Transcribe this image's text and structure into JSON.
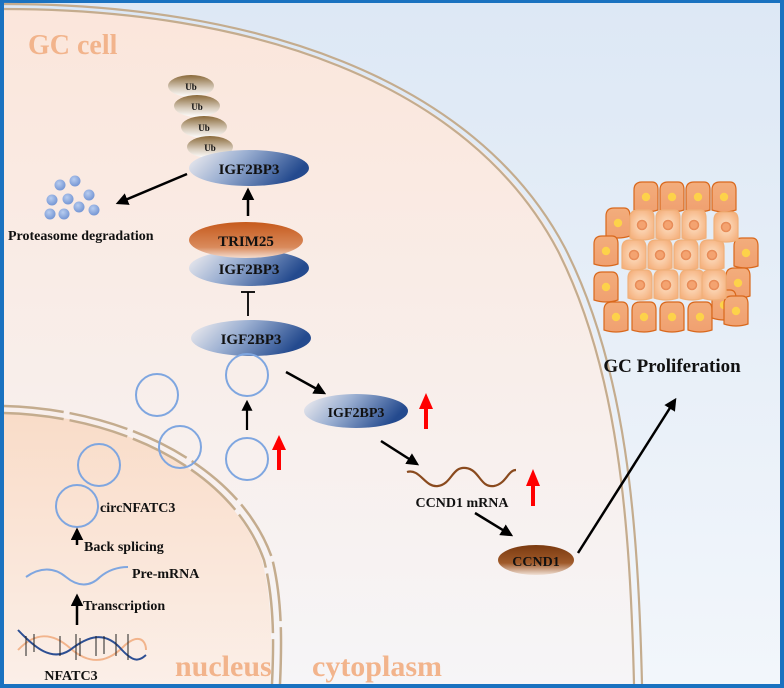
{
  "title": "GC cell",
  "regions": {
    "nucleus": "nucleus",
    "cytoplasm": "cytoplasm"
  },
  "ubiquitin": [
    "Ub",
    "Ub",
    "Ub",
    "Ub"
  ],
  "proteins": {
    "igf2bp3_top": "IGF2BP3",
    "trim25": "TRIM25",
    "igf2bp3_complex": "IGF2BP3",
    "igf2bp3_mid": "IGF2BP3",
    "igf2bp3_free": "IGF2BP3",
    "ccnd1": "CCND1"
  },
  "labels": {
    "proteasome": "Proteasome degradation",
    "circ": "circNFATC3",
    "back_splicing": "Back splicing",
    "pre_mrna": "Pre-mRNA",
    "transcription": "Transcription",
    "gene": "NFATC3",
    "ccnd1_mrna": "CCND1 mRNA",
    "proliferation": "GC Proliferation"
  },
  "colors": {
    "frame": "#1a72c0",
    "outside_bg": "#e0eaf6",
    "cell_bg": "#fbe9df",
    "nucleus_bg": "#fadfcc",
    "membrane": "#c4ac8e",
    "igf2bp3": "#2d4f93",
    "trim25": "#c0581e",
    "ccnd1": "#7a3a10",
    "up_arrow": "#ff0000",
    "circ_rna": "#7fa6e0",
    "title_text": "#f2b48c"
  }
}
